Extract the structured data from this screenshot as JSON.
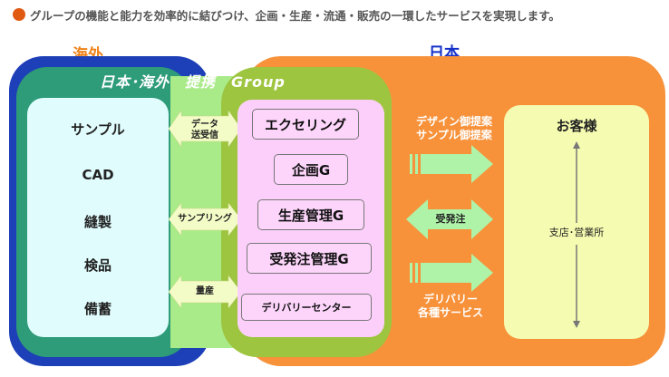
{
  "headline": "グループの機能と能力を効率的に結びつけ、企画・生産・流通・販売の一環したサービスを実現します。",
  "labels": {
    "overseas": "海外",
    "japan": "日本",
    "group": "日本･海外　提携　Group"
  },
  "left_column": [
    "サンプル",
    "CAD",
    "縫製",
    "検品",
    "備蓄"
  ],
  "bridge_arrows": [
    {
      "label": "データ\n送受信"
    },
    {
      "label": "サンプリング"
    },
    {
      "label": "量産"
    }
  ],
  "group_companies": [
    "エクセリング",
    "企画G",
    "生産管理G",
    "受発注管理G",
    "デリバリーセンター"
  ],
  "flows": [
    {
      "label": "デザイン御提案\nサンプル御提案",
      "direction": "right"
    },
    {
      "label": "受発注",
      "direction": "both"
    },
    {
      "label": "デリバリー\n各種サービス",
      "direction": "right"
    }
  ],
  "customer": {
    "title": "お客様",
    "branch": "支店･営業所"
  },
  "colors": {
    "orange": "#f7923b",
    "blue": "#1d3fb7",
    "teal": "#2e9b79",
    "olive": "#9dc53f",
    "light_green": "#a9ea89",
    "pink": "#fccffa",
    "cyan": "#e0fcfc",
    "yellow": "#f5fbb0",
    "arrow_green": "#aff3a8"
  }
}
